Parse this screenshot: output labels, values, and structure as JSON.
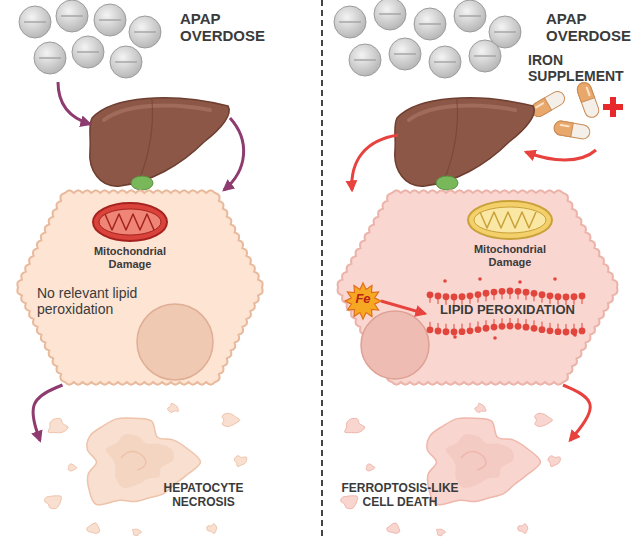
{
  "diagram": {
    "nodes": [
      {
        "text": [
          "No relevant lipid peroxidation"
        ]
      },
      {
        "text": [
          "Mitochondrial Damage"
        ],
        "in": 0
      },
      {
        "text": [
          "HEPATOCYTE NECROSIS"
        ]
      },
      {
        "text": []
      },
      {
        "text": [
          "Mitochondrial Damage"
        ],
        "in": 3
      },
      {
        "text": [
          "Fe"
        ],
        "in": 3
      },
      {
        "text": [
          "LIPID PEROXIDATION"
        ],
        "in": 3
      },
      {
        "text": [
          "FERROPTOSIS-LIKE CELL DEATH"
        ]
      }
    ],
    "edges": [
      {
        "from": 0,
        "to": 2,
        "arrow": "to"
      },
      {
        "from": 5,
        "to": 6,
        "arrow": "to"
      },
      {
        "from": 3,
        "to": 7,
        "arrow": "to"
      }
    ],
    "labels": [
      "APAP OVERDOSE",
      "APAP OVERDOSE",
      "IRON SUPPLEMENT"
    ]
  }
}
